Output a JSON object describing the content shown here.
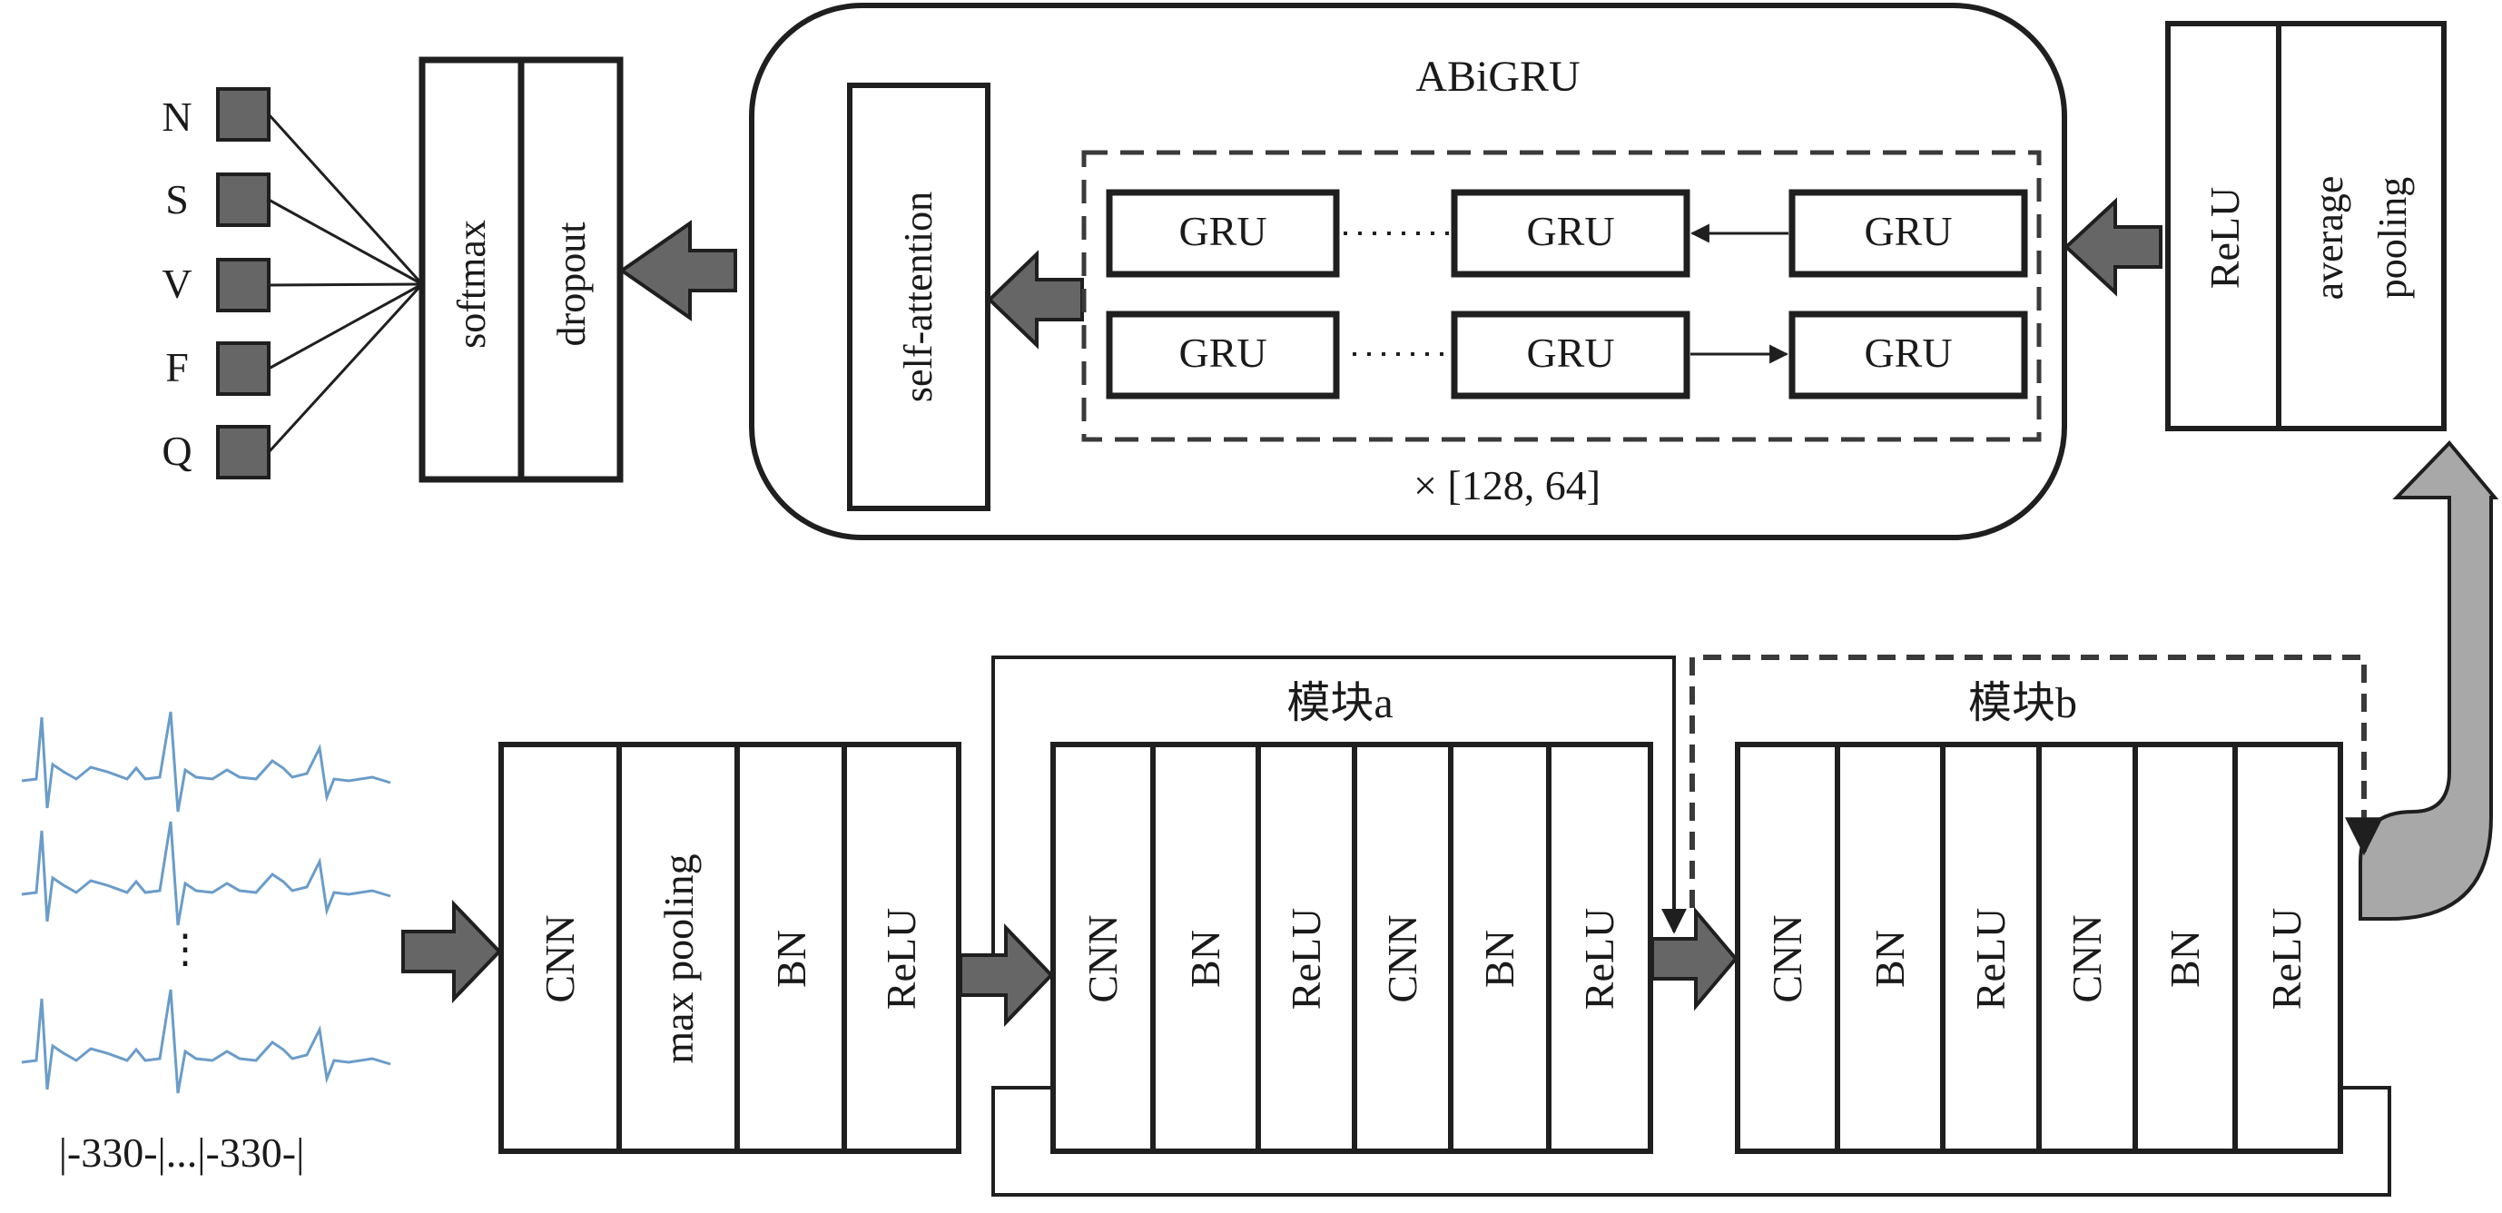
{
  "colors": {
    "stroke": "#1f1f1f",
    "arrow_fill": "#666666",
    "big_arrow_fill": "#a8a8a8",
    "class_square": "#666666",
    "ecg_line": "#6a9cc9",
    "dashed": "#3a3a3a"
  },
  "labels": {
    "abigru_title": "ABiGRU",
    "self_attention": "self-attention",
    "gru": "GRU",
    "gru_dims": "× [128, 64]",
    "softmax": "softmax",
    "dropout": "dropout",
    "relu": "ReLU",
    "average_pooling_line1": "average",
    "average_pooling_line2": "pooling",
    "module_a": "模块a",
    "module_b": "模块b",
    "ecg_dots": "⋮",
    "segment_label": "|-330-|...|-330-|",
    "input_block": [
      "CNN",
      "max pooling",
      "BN",
      "ReLU"
    ],
    "module_a_layers": [
      "CNN",
      "BN",
      "ReLU",
      "CNN",
      "BN",
      "ReLU"
    ],
    "module_b_layers": [
      "CNN",
      "BN",
      "ReLU",
      "CNN",
      "BN",
      "ReLU"
    ],
    "classes": [
      "N",
      "S",
      "V",
      "F",
      "Q"
    ]
  }
}
